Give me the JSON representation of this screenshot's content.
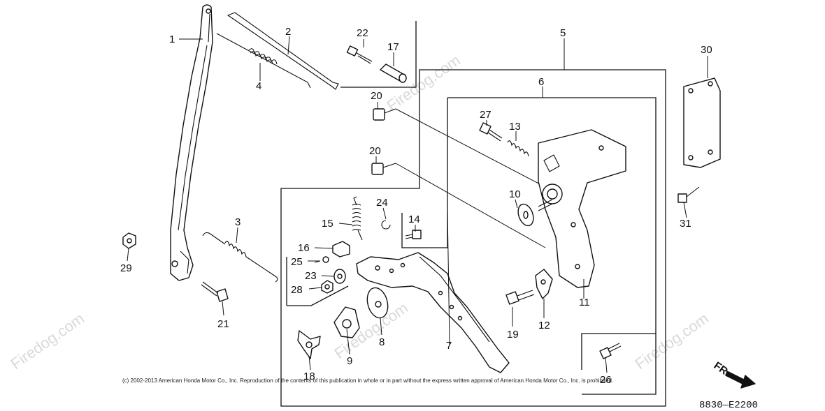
{
  "parts": {
    "p1": "1",
    "p2": "2",
    "p3": "3",
    "p4": "4",
    "p5": "5",
    "p6": "6",
    "p7": "7",
    "p8": "8",
    "p9": "9",
    "p10": "10",
    "p11": "11",
    "p12": "12",
    "p13": "13",
    "p14": "14",
    "p15": "15",
    "p16": "16",
    "p17": "17",
    "p18": "18",
    "p19": "19",
    "p20a": "20",
    "p20b": "20",
    "p21": "21",
    "p22": "22",
    "p23": "23",
    "p24": "24",
    "p25": "25",
    "p26": "26",
    "p27": "27",
    "p28": "28",
    "p29": "29",
    "p30": "30",
    "p31": "31"
  },
  "watermark": "Firedog.com",
  "copyright": "(c) 2002-2013 American Honda Motor Co., Inc. Reproduction of the contents of this publication in whole or in part without the express written approval of American Honda Motor Co., Inc. is prohibited.",
  "diagram_code": "8830—E2200",
  "front_arrow_label": "FR."
}
